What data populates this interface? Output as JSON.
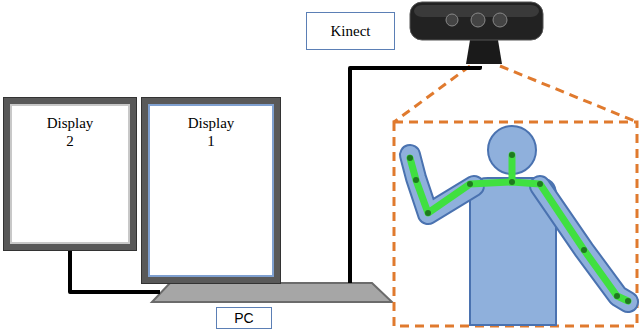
{
  "diagram": {
    "nodes": [
      {
        "text": [
          "Kinect"
        ]
      },
      {
        "text": [
          "Display 2"
        ]
      },
      {
        "text": [
          "Display 1"
        ]
      },
      {
        "text": [
          "PC"
        ]
      }
    ],
    "edges": [
      {
        "from": 1,
        "to": 3,
        "arrow": "none"
      },
      {
        "from": 3,
        "to": 0,
        "arrow": "none"
      }
    ]
  }
}
